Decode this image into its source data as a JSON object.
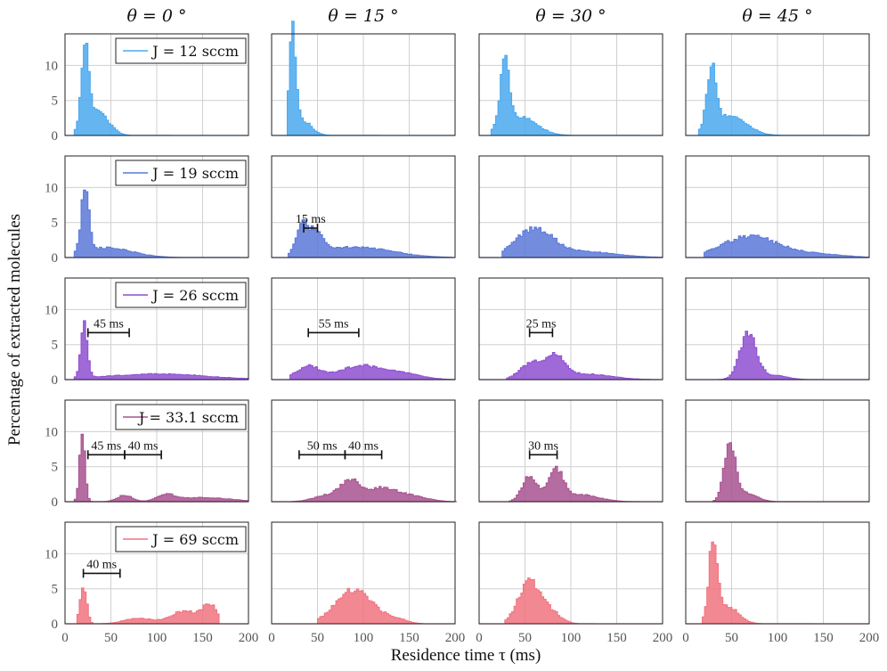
{
  "chart_data": {
    "type": "histogram-grid",
    "xlabel": "Residence time τ (ms)",
    "ylabel": "Percentage of extracted molecules",
    "xlim": [
      0,
      200
    ],
    "ylim": [
      0,
      14.5
    ],
    "xticks": [
      0,
      50,
      100,
      150,
      200
    ],
    "yticks": [
      0,
      5,
      10
    ],
    "grid": true,
    "columns": [
      "θ = 0 °",
      "θ = 15 °",
      "θ = 30 °",
      "θ = 45 °"
    ],
    "rows": [
      {
        "legend": "J = 12 sccm",
        "color": "#4aa8ee",
        "panels": [
          {
            "dist": [
              {
                "mu": 22,
                "sigma": 4,
                "amp": 12.0
              },
              {
                "mu": 35,
                "sigma": 12,
                "amp": 3.5
              }
            ],
            "range": [
              10,
              115
            ],
            "annotations": []
          },
          {
            "dist": [
              {
                "mu": 23,
                "sigma": 3.5,
                "amp": 13.8
              },
              {
                "mu": 33,
                "sigma": 10,
                "amp": 2.2
              }
            ],
            "range": [
              17,
              115
            ],
            "annotations": []
          },
          {
            "dist": [
              {
                "mu": 28,
                "sigma": 5,
                "amp": 9.2
              },
              {
                "mu": 45,
                "sigma": 18,
                "amp": 2.6
              }
            ],
            "range": [
              13,
              175
            ],
            "annotations": []
          },
          {
            "dist": [
              {
                "mu": 28,
                "sigma": 5,
                "amp": 8.6
              },
              {
                "mu": 48,
                "sigma": 18,
                "amp": 2.8
              }
            ],
            "range": [
              14,
              178
            ],
            "annotations": []
          }
        ]
      },
      {
        "legend": "J = 19 sccm",
        "color": "#5a78d8",
        "panels": [
          {
            "dist": [
              {
                "mu": 22,
                "sigma": 4,
                "amp": 9.6
              },
              {
                "mu": 45,
                "sigma": 28,
                "amp": 1.4
              }
            ],
            "range": [
              10,
              190
            ],
            "annotations": []
          },
          {
            "dist": [
              {
                "mu": 33,
                "sigma": 6,
                "amp": 4.0
              },
              {
                "mu": 48,
                "sigma": 8,
                "amp": 3.0
              },
              {
                "mu": 90,
                "sigma": 40,
                "amp": 1.5
              }
            ],
            "range": [
              18,
              195
            ],
            "annotations": [
              {
                "label": "15 ms",
                "x1": 35,
                "x2": 50,
                "y": 4.2
              }
            ]
          },
          {
            "dist": [
              {
                "mu": 60,
                "sigma": 20,
                "amp": 4.0
              },
              {
                "mu": 115,
                "sigma": 35,
                "amp": 0.8
              }
            ],
            "range": [
              25,
              200
            ],
            "annotations": []
          },
          {
            "dist": [
              {
                "mu": 70,
                "sigma": 30,
                "amp": 3.0
              },
              {
                "mu": 140,
                "sigma": 30,
                "amp": 0.5
              }
            ],
            "range": [
              20,
              200
            ],
            "annotations": []
          }
        ]
      },
      {
        "legend": "J = 26 sccm",
        "color": "#8e4fd0",
        "panels": [
          {
            "dist": [
              {
                "mu": 21,
                "sigma": 3.5,
                "amp": 8.0
              },
              {
                "mu": 100,
                "sigma": 55,
                "amp": 0.8
              }
            ],
            "range": [
              10,
              200
            ],
            "annotations": [
              {
                "label": "45 ms",
                "x1": 25,
                "x2": 70,
                "y": 6.7
              }
            ]
          },
          {
            "dist": [
              {
                "mu": 40,
                "sigma": 13,
                "amp": 1.9
              },
              {
                "mu": 95,
                "sigma": 22,
                "amp": 1.9
              },
              {
                "mu": 140,
                "sigma": 22,
                "amp": 0.9
              }
            ],
            "range": [
              20,
              200
            ],
            "annotations": [
              {
                "label": "55 ms",
                "x1": 40,
                "x2": 95,
                "y": 6.7
              }
            ]
          },
          {
            "dist": [
              {
                "mu": 57,
                "sigma": 12,
                "amp": 2.4
              },
              {
                "mu": 84,
                "sigma": 10,
                "amp": 3.0
              },
              {
                "mu": 115,
                "sigma": 28,
                "amp": 0.8
              }
            ],
            "range": [
              30,
              195
            ],
            "annotations": [
              {
                "label": "25 ms",
                "x1": 55,
                "x2": 80,
                "y": 6.7
              }
            ]
          },
          {
            "dist": [
              {
                "mu": 68,
                "sigma": 9,
                "amp": 6.4
              },
              {
                "mu": 95,
                "sigma": 15,
                "amp": 0.6
              }
            ],
            "range": [
              35,
              150
            ],
            "annotations": []
          }
        ]
      },
      {
        "legend": "J = 33.1 sccm",
        "color": "#a8528f",
        "panels": [
          {
            "dist": [
              {
                "mu": 19,
                "sigma": 3,
                "amp": 9.5
              },
              {
                "mu": 65,
                "sigma": 8,
                "amp": 0.9
              },
              {
                "mu": 110,
                "sigma": 9,
                "amp": 0.9
              },
              {
                "mu": 150,
                "sigma": 30,
                "amp": 0.6
              }
            ],
            "range": [
              10,
              200
            ],
            "annotations": [
              {
                "label": "45 ms",
                "x1": 25,
                "x2": 65,
                "y": 6.7
              },
              {
                "label": "40 ms",
                "x1": 65,
                "x2": 105,
                "y": 6.7
              }
            ]
          },
          {
            "dist": [
              {
                "mu": 60,
                "sigma": 14,
                "amp": 0.9
              },
              {
                "mu": 85,
                "sigma": 10,
                "amp": 2.6
              },
              {
                "mu": 120,
                "sigma": 20,
                "amp": 2.0
              },
              {
                "mu": 160,
                "sigma": 15,
                "amp": 0.5
              }
            ],
            "range": [
              22,
              200
            ],
            "annotations": [
              {
                "label": "50 ms",
                "x1": 30,
                "x2": 80,
                "y": 6.7
              },
              {
                "label": "40 ms",
                "x1": 80,
                "x2": 120,
                "y": 6.7
              }
            ]
          },
          {
            "dist": [
              {
                "mu": 55,
                "sigma": 8,
                "amp": 3.6
              },
              {
                "mu": 83,
                "sigma": 8,
                "amp": 4.6
              },
              {
                "mu": 110,
                "sigma": 20,
                "amp": 1.0
              }
            ],
            "range": [
              33,
              175
            ],
            "annotations": [
              {
                "label": "30 ms",
                "x1": 55,
                "x2": 85,
                "y": 6.7
              }
            ]
          },
          {
            "dist": [
              {
                "mu": 48,
                "sigma": 6,
                "amp": 8.0
              },
              {
                "mu": 65,
                "sigma": 12,
                "amp": 1.2
              }
            ],
            "range": [
              30,
              125
            ],
            "annotations": []
          }
        ]
      },
      {
        "legend": "J = 69 sccm",
        "color": "#f0737f",
        "panels": [
          {
            "dist": [
              {
                "mu": 20,
                "sigma": 3.5,
                "amp": 5.7
              },
              {
                "mu": 80,
                "sigma": 15,
                "amp": 0.8
              },
              {
                "mu": 130,
                "sigma": 15,
                "amp": 1.8
              },
              {
                "mu": 158,
                "sigma": 8,
                "amp": 2.6
              }
            ],
            "range": [
              13,
              168
            ],
            "annotations": [
              {
                "label": "40 ms",
                "x1": 20,
                "x2": 60,
                "y": 7.2
              }
            ]
          },
          {
            "dist": [
              {
                "mu": 90,
                "sigma": 20,
                "amp": 4.9
              },
              {
                "mu": 135,
                "sigma": 12,
                "amp": 0.6
              }
            ],
            "range": [
              50,
              165
            ],
            "annotations": []
          },
          {
            "dist": [
              {
                "mu": 55,
                "sigma": 12,
                "amp": 6.0
              },
              {
                "mu": 80,
                "sigma": 10,
                "amp": 1.4
              }
            ],
            "range": [
              28,
              125
            ],
            "annotations": []
          },
          {
            "dist": [
              {
                "mu": 30,
                "sigma": 4.5,
                "amp": 11.3
              },
              {
                "mu": 45,
                "sigma": 12,
                "amp": 2.6
              }
            ],
            "range": [
              18,
              140
            ],
            "annotations": []
          }
        ]
      }
    ]
  }
}
